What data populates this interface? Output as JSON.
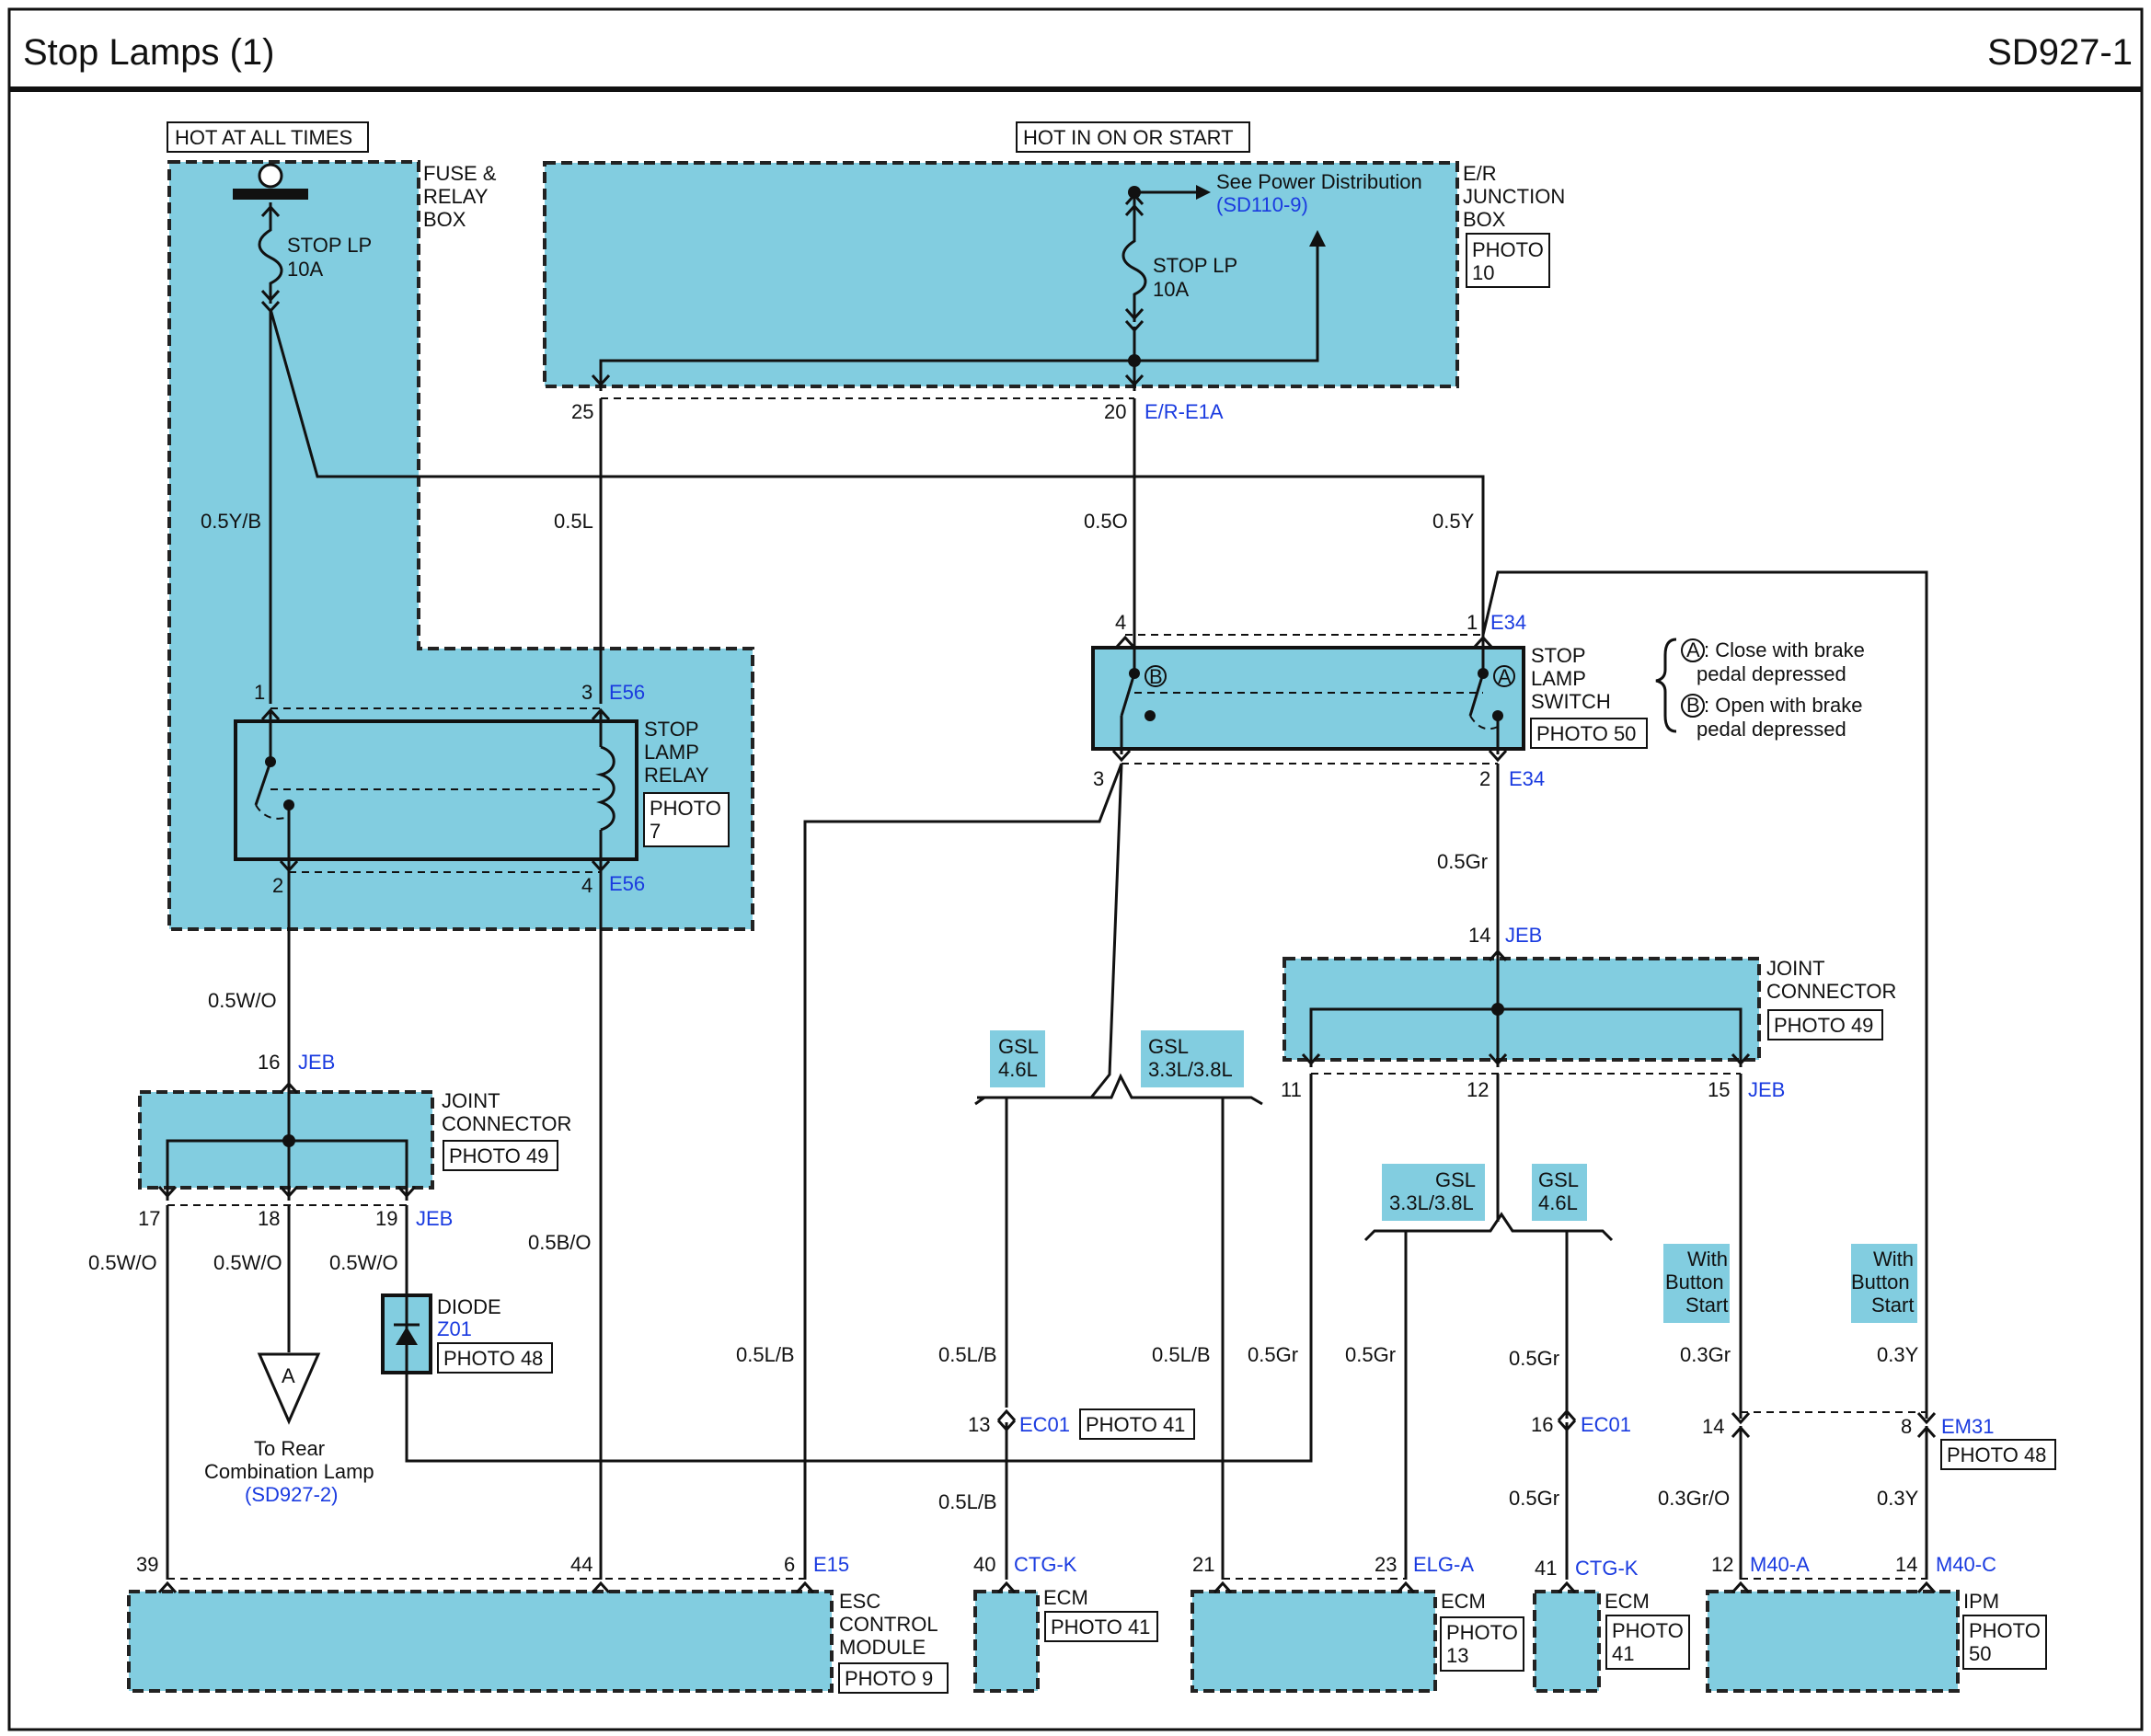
{
  "header": {
    "title": "Stop Lamps (1)",
    "code": "SD927-1"
  },
  "power": {
    "hot_all": "HOT AT ALL TIMES",
    "hot_on": "HOT IN ON OR START"
  },
  "fuse_box": {
    "l1": "FUSE &",
    "l2": "RELAY",
    "l3": "BOX",
    "fuse_l1": "STOP LP",
    "fuse_l2": "10A"
  },
  "er_box": {
    "l1": "E/R",
    "l2": "JUNCTION",
    "l3": "BOX",
    "photo_l1": "PHOTO",
    "photo_l2": "10",
    "fuse_l1": "STOP LP",
    "fuse_l2": "10A",
    "see": "See Power Distribution",
    "see_ref": "(SD110-9)",
    "pin25": "25",
    "pin20": "20",
    "conn": "E/R-E1A"
  },
  "relay": {
    "l1": "STOP",
    "l2": "LAMP",
    "l3": "RELAY",
    "photo_l1": "PHOTO",
    "photo_l2": "7",
    "p1": "1",
    "p2": "2",
    "p3": "3",
    "p4": "4",
    "conn": "E56"
  },
  "switch": {
    "l1": "STOP",
    "l2": "LAMP",
    "l3": "SWITCH",
    "photo": "PHOTO 50",
    "p1": "1",
    "p2": "2",
    "p3": "3",
    "p4": "4",
    "conn": "E34",
    "a": "A",
    "b": "B"
  },
  "legend": {
    "a_text": ": Close with brake",
    "a_text2": "pedal depressed",
    "b_text": ": Open with brake",
    "b_text2": "pedal depressed"
  },
  "jc_left": {
    "l1": "JOINT",
    "l2": "CONNECTOR",
    "photo": "PHOTO 49",
    "p16": "16",
    "p17": "17",
    "p18": "18",
    "p19": "19",
    "conn": "JEB"
  },
  "jc_right": {
    "l1": "JOINT",
    "l2": "CONNECTOR",
    "photo": "PHOTO 49",
    "p14": "14",
    "p11": "11",
    "p12": "12",
    "p15": "15",
    "conn": "JEB"
  },
  "wires": {
    "w_05yb": "0.5Y/B",
    "w_05l": "0.5L",
    "w_05o": "0.5O",
    "w_05y": "0.5Y",
    "w_05wo_top": "0.5W/O",
    "w_05gr_sw": "0.5Gr",
    "w_05wo_a": "0.5W/O",
    "w_05wo_b": "0.5W/O",
    "w_05wo_c": "0.5W/O",
    "w_05bo": "0.5B/O",
    "w_05lb_esc": "0.5L/B",
    "w_05lb_ec": "0.5L/B",
    "w_05lb_gsl": "0.5L/B",
    "w_05gr_a": "0.5Gr",
    "w_05gr_b": "0.5Gr",
    "w_05gr_c": "0.5Gr",
    "w_05gr_d": "0.5Gr",
    "w_03gr": "0.3Gr",
    "w_03y": "0.3Y",
    "w_05lb_low": "0.5L/B",
    "w_03gro": "0.3Gr/O",
    "w_03y_low": "0.3Y"
  },
  "variants": {
    "gsl46_l1": "GSL",
    "gsl46_l2": "4.6L",
    "gsl33_l1": "GSL",
    "gsl33_l2": "3.3L/3.8L",
    "gsl33b_l1": "GSL",
    "gsl33b_l2": "3.3L/3.8L",
    "gsl46b_l1": "GSL",
    "gsl46b_l2": "4.6L",
    "wbs1_l1": "With",
    "wbs1_l2": "Button",
    "wbs1_l3": "Start",
    "wbs2_l1": "With",
    "wbs2_l2": "Button",
    "wbs2_l3": "Start"
  },
  "diode": {
    "l1": "DIODE",
    "ref": "Z01",
    "photo": "PHOTO 48"
  },
  "offpage": {
    "letter": "A",
    "l1": "To Rear",
    "l2": "Combination Lamp",
    "ref": "(SD927-2)"
  },
  "ec01": {
    "p13": "13",
    "p16": "16",
    "conn": "EC01",
    "photo": "PHOTO 41"
  },
  "em31": {
    "p14": "14",
    "p8": "8",
    "conn": "EM31",
    "photo": "PHOTO 48"
  },
  "esc": {
    "l1": "ESC",
    "l2": "CONTROL",
    "l3": "MODULE",
    "photo": "PHOTO 9",
    "p39": "39",
    "p44": "44",
    "p6": "6",
    "conn": "E15"
  },
  "ecm1": {
    "l1": "ECM",
    "photo": "PHOTO 41",
    "p40": "40",
    "conn": "CTG-K"
  },
  "ecm2": {
    "l1": "ECM",
    "photo_l1": "PHOTO",
    "photo_l2": "13",
    "p21": "21",
    "p23": "23",
    "conn": "ELG-A"
  },
  "ecm3": {
    "l1": "ECM",
    "photo_l1": "PHOTO",
    "photo_l2": "41",
    "p41": "41",
    "conn": "CTG-K"
  },
  "ipm": {
    "l1": "IPM",
    "photo_l1": "PHOTO",
    "photo_l2": "50",
    "p12": "12",
    "p14": "14",
    "conn12": "M40-A",
    "conn14": "M40-C"
  }
}
